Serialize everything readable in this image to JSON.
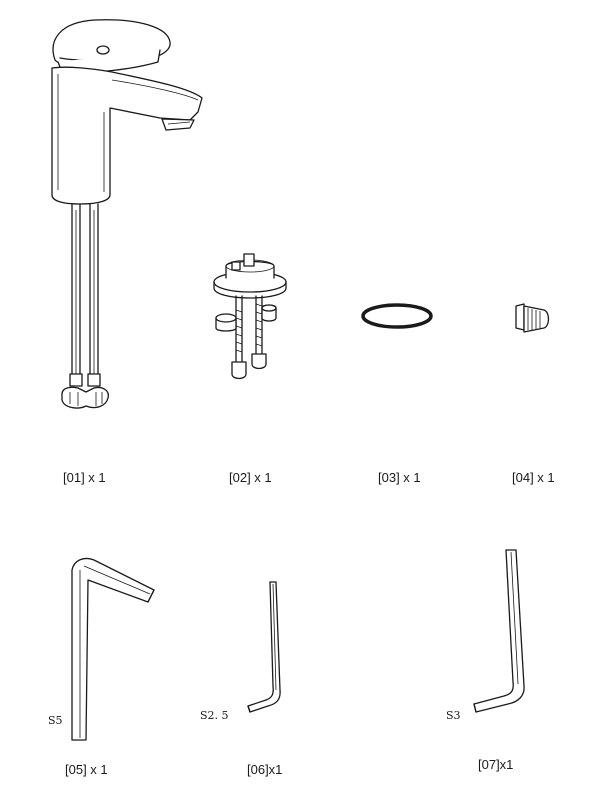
{
  "parts": [
    {
      "id": "01",
      "label": "[01] x 1"
    },
    {
      "id": "02",
      "label": "[02] x 1"
    },
    {
      "id": "03",
      "label": "[03] x 1"
    },
    {
      "id": "04",
      "label": "[04] x 1"
    },
    {
      "id": "05",
      "label": "[05] x 1",
      "size": "S5"
    },
    {
      "id": "06",
      "label": "[06]x1",
      "size": "S2. 5"
    },
    {
      "id": "07",
      "label": "[07]x1",
      "size": "S3"
    }
  ],
  "colors": {
    "line": "#1a1a1a",
    "background": "#ffffff"
  }
}
